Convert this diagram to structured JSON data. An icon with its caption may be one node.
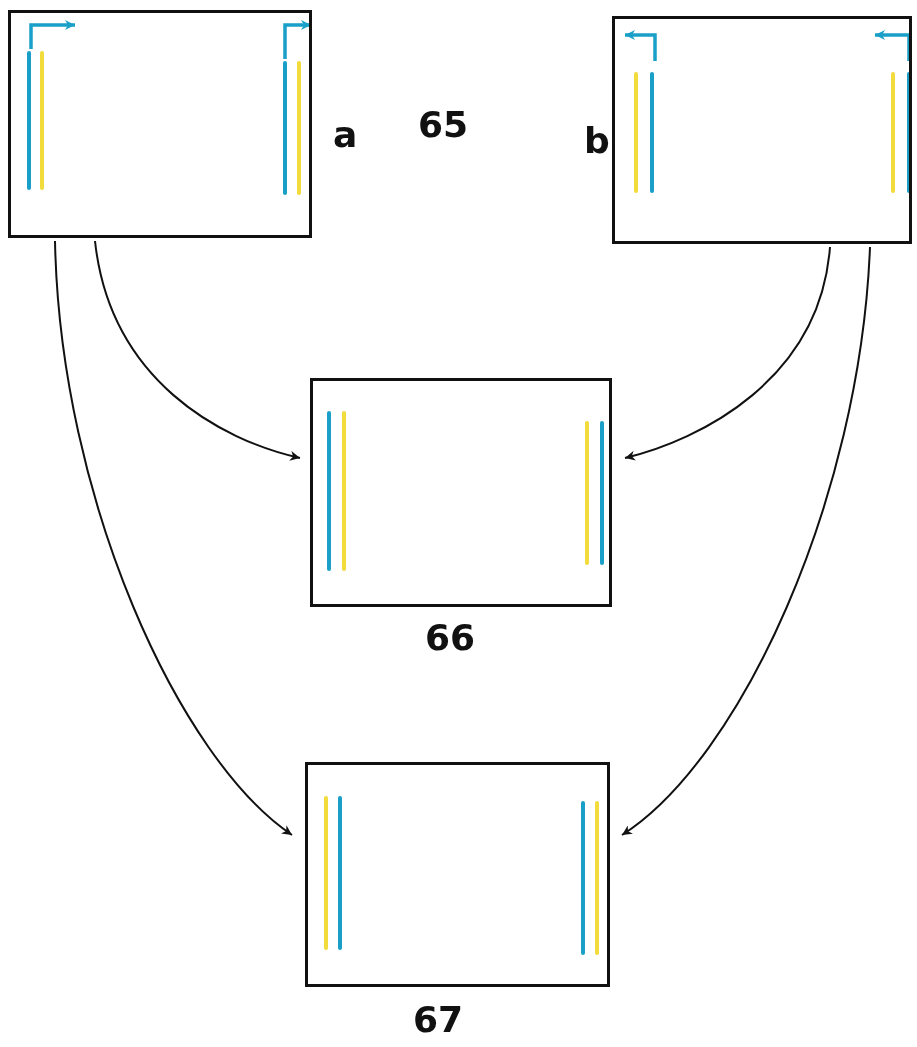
{
  "diagram": {
    "nodes": [
      {
        "text": [],
        "shape": "box",
        "beside": [
          "a"
        ]
      },
      {
        "text": [],
        "shape": "box",
        "beside": [
          "b"
        ]
      },
      {
        "text": [],
        "shape": "box",
        "beside": [
          "66"
        ]
      },
      {
        "text": [],
        "shape": "box",
        "beside": [
          "67"
        ]
      }
    ],
    "edges": [
      {
        "from": 0,
        "to": 2,
        "arrow": "to"
      },
      {
        "from": 0,
        "to": 3,
        "arrow": "to"
      },
      {
        "from": 1,
        "to": 2,
        "arrow": "to"
      },
      {
        "from": 1,
        "to": 3,
        "arrow": "to"
      }
    ],
    "labels": [
      "65"
    ]
  }
}
